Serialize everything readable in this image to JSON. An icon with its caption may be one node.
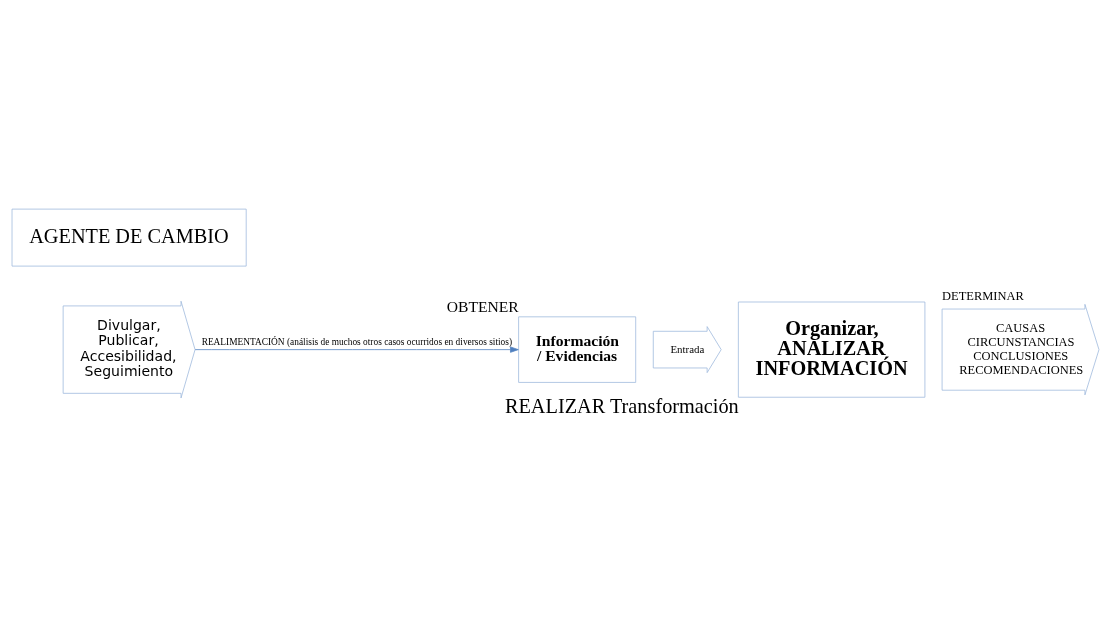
{
  "diagram": {
    "nodes": [
      {
        "text": [
          "Información / Evidencias"
        ],
        "beside": [
          "OBTENER"
        ]
      },
      {
        "text": [
          "Entrada"
        ]
      },
      {
        "text": [
          "Organizar, ANALIZAR INFORMACIÓN"
        ],
        "beside": [
          "REALIZAR Transformación"
        ]
      },
      {
        "text": [
          "CAUSAS",
          "CIRCUNSTANCIAS",
          "CONCLUSIONES",
          "RECOMENDACIONES"
        ],
        "beside": [
          "DETERMINAR"
        ]
      },
      {
        "text": [
          "Divulgar, Publicar, Accesibilidad, Seguimiento"
        ]
      },
      {
        "text": [
          "AGENTE DE CAMBIO"
        ]
      }
    ],
    "edges": [
      {
        "from": 4,
        "to": 0,
        "arrow": "to",
        "label": "REALIMENTACIÓN (análisis de muchos otros casos ocurridos en diversos sitios)"
      }
    ]
  }
}
